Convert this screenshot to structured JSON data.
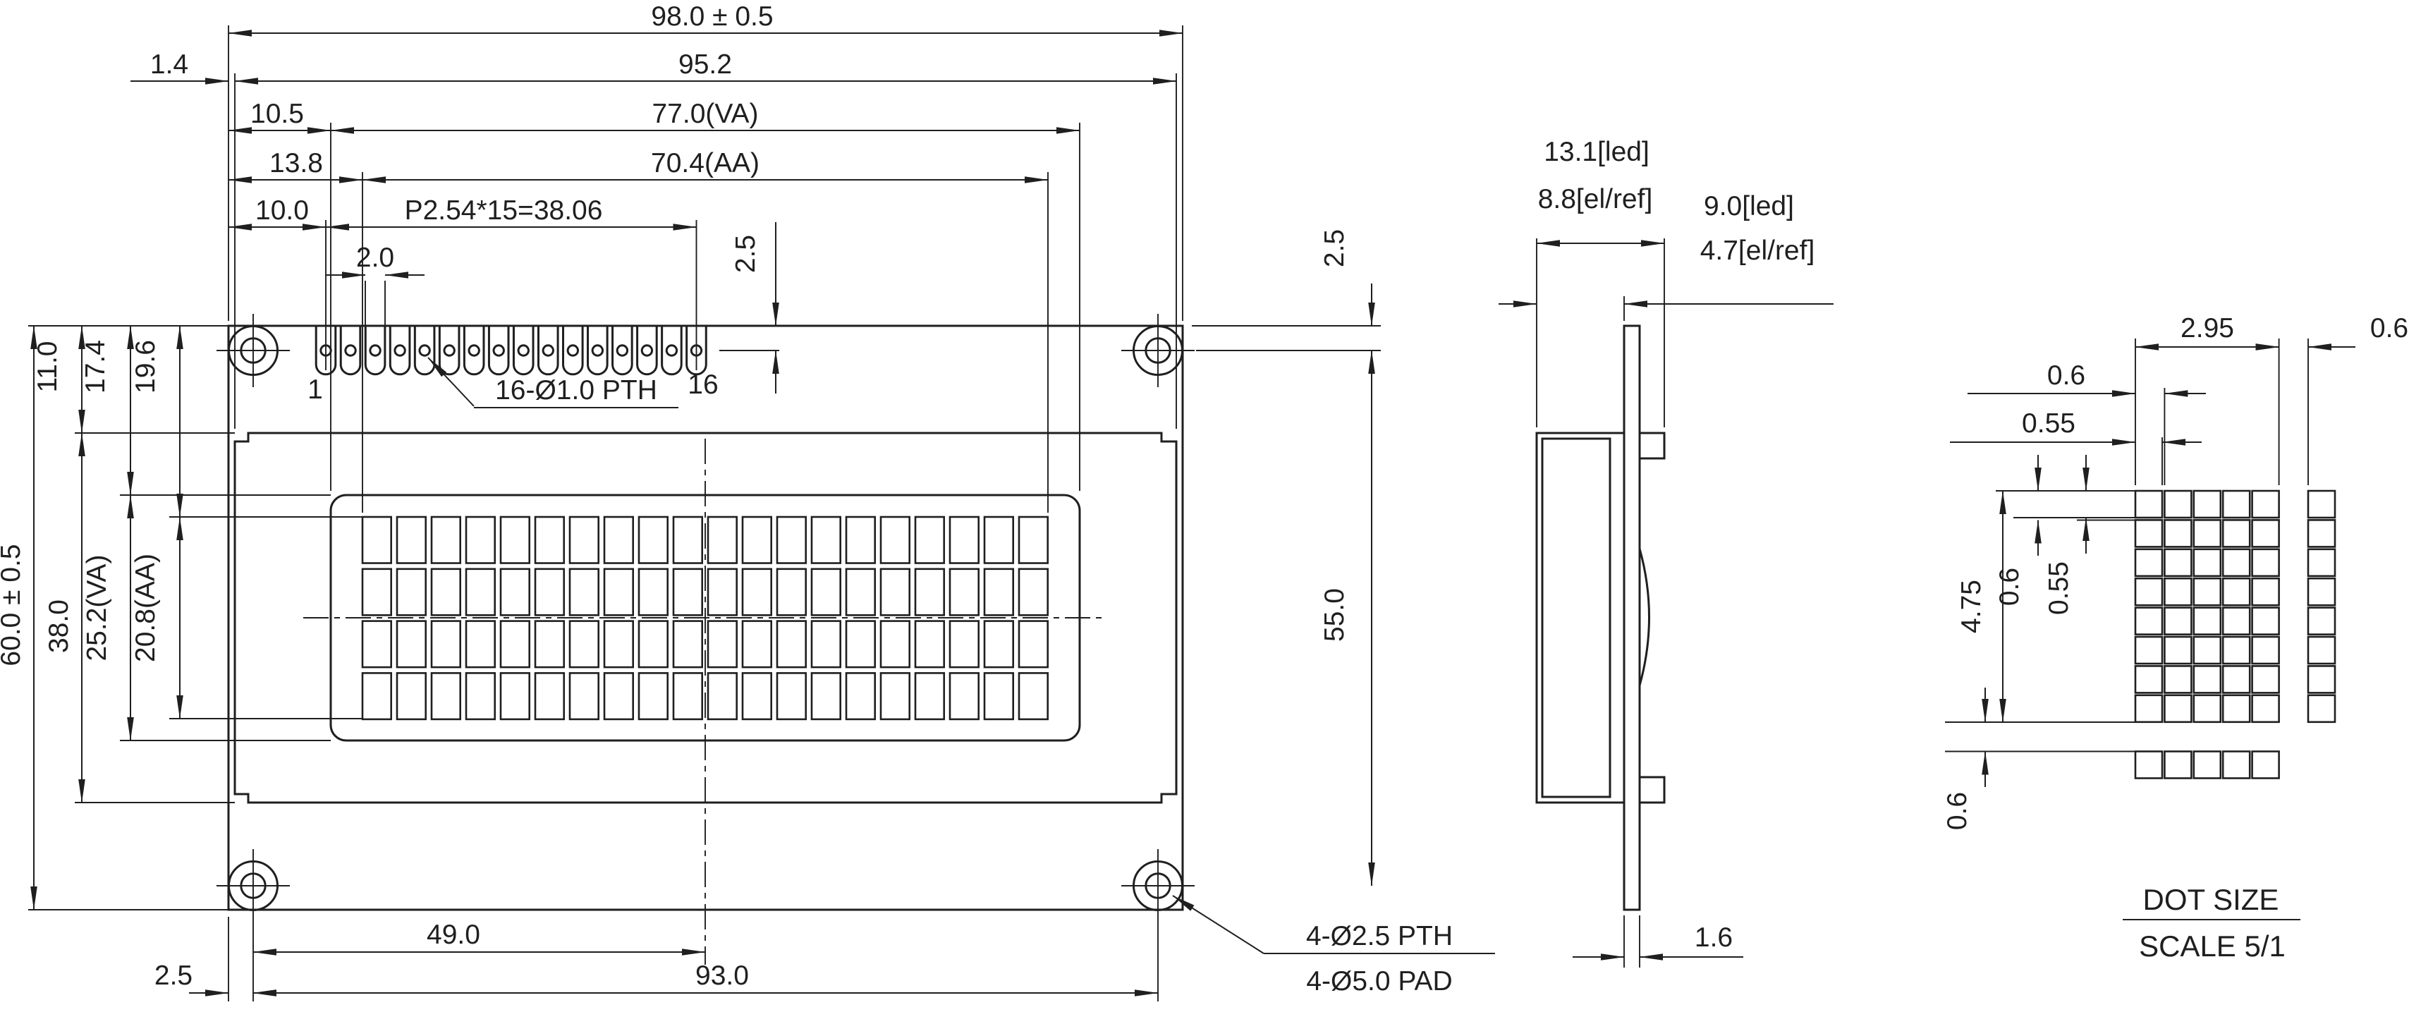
{
  "front": {
    "dim_overall_width": "98.0 ± 0.5",
    "dim_frame_width": "95.2",
    "dim_frame_inset": "1.4",
    "dim_va_width": "77.0(VA)",
    "dim_va_left": "10.5",
    "dim_aa_width": "70.4(AA)",
    "dim_aa_left": "13.8",
    "dim_pin_pitch": "P2.54*15=38.06",
    "dim_pin1_left": "10.0",
    "dim_pad_width": "2.0",
    "dim_pin_row_top": "2.5",
    "dim_hole_top": "2.5",
    "dim_hole_span_v": "55.0",
    "dim_overall_height": "60.0 ± 0.5",
    "dim_frame_top": "11.0",
    "dim_frame_height": "38.0",
    "dim_va_top": "17.4",
    "dim_va_height": "25.2(VA)",
    "dim_aa_top": "19.6",
    "dim_aa_height": "20.8(AA)",
    "dim_hole_to_center": "49.0",
    "dim_hole_left": "2.5",
    "dim_hole_span_h": "93.0",
    "pin_first": "1",
    "pin_last": "16",
    "callout_pin_holes": "16-Ø1.0 PTH",
    "callout_mount_hole": "4-Ø2.5 PTH",
    "callout_mount_pad": "4-Ø5.0 PAD"
  },
  "side": {
    "dim_depth_led": "13.1[led]",
    "dim_depth_el": "8.8[el/ref]",
    "dim_front_led": "9.0[led]",
    "dim_front_el": "4.7[el/ref]",
    "dim_pcb_thickness": "1.6"
  },
  "detail": {
    "dim_char_width": "2.95",
    "dim_char_gap": "0.6",
    "dim_dot_pitch_h": "0.6",
    "dim_dot_width": "0.55",
    "dim_dot_pitch_v": "0.6",
    "dim_dot_height": "0.55",
    "dim_char_height": "4.75",
    "dim_row_gap": "0.6",
    "title": "DOT SIZE",
    "subtitle": "SCALE 5/1"
  }
}
